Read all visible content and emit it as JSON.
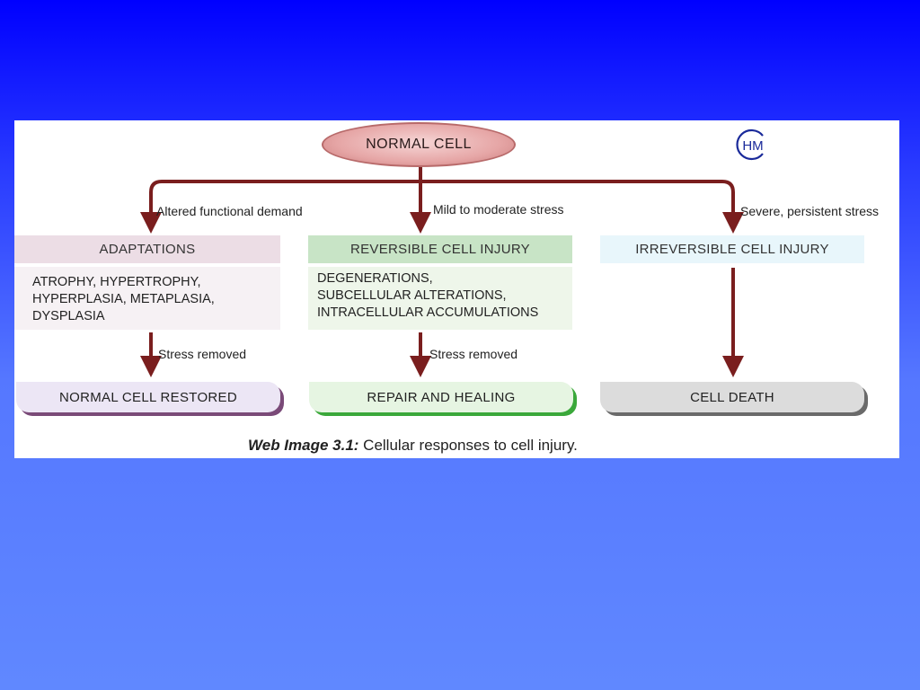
{
  "diagram": {
    "root": "NORMAL CELL",
    "logo_text": "HM",
    "branches": [
      {
        "trigger": "Altered functional demand",
        "header": "ADAPTATIONS",
        "items": [
          "ATROPHY, HYPERTROPHY,",
          "HYPERPLASIA, METAPLASIA,",
          "DYSPLASIA"
        ],
        "transition": "Stress removed",
        "outcome": "NORMAL CELL RESTORED"
      },
      {
        "trigger": "Mild to moderate stress",
        "header": "REVERSIBLE CELL INJURY",
        "items": [
          "DEGENERATIONS,",
          "SUBCELLULAR ALTERATIONS,",
          "INTRACELLULAR ACCUMULATIONS"
        ],
        "transition": "Stress removed",
        "outcome": "REPAIR AND HEALING"
      },
      {
        "trigger": "Severe, persistent stress",
        "header": "IRREVERSIBLE CELL INJURY",
        "items": [],
        "transition": "",
        "outcome": "CELL DEATH"
      }
    ],
    "caption_prefix": "Web Image 3.1:",
    "caption_text": " Cellular responses to cell injury."
  },
  "colors": {
    "arrow": "#7a1e1e",
    "adaptations_header": "#ecdde5",
    "adaptations_body": "#f6f1f4",
    "adaptations_outcome_fill": "#ece6f5",
    "adaptations_outcome_shadow": "#7a4a78",
    "reversible_header": "#c8e4c6",
    "reversible_body": "#eef6ea",
    "reversible_outcome_fill": "#e6f5e2",
    "reversible_outcome_shadow": "#3aa83a",
    "irreversible_header": "#e8f6fb",
    "death_outcome_fill": "#dcdcdc",
    "death_outcome_shadow": "#6a6a6a",
    "logo": "#1a2a9a"
  }
}
